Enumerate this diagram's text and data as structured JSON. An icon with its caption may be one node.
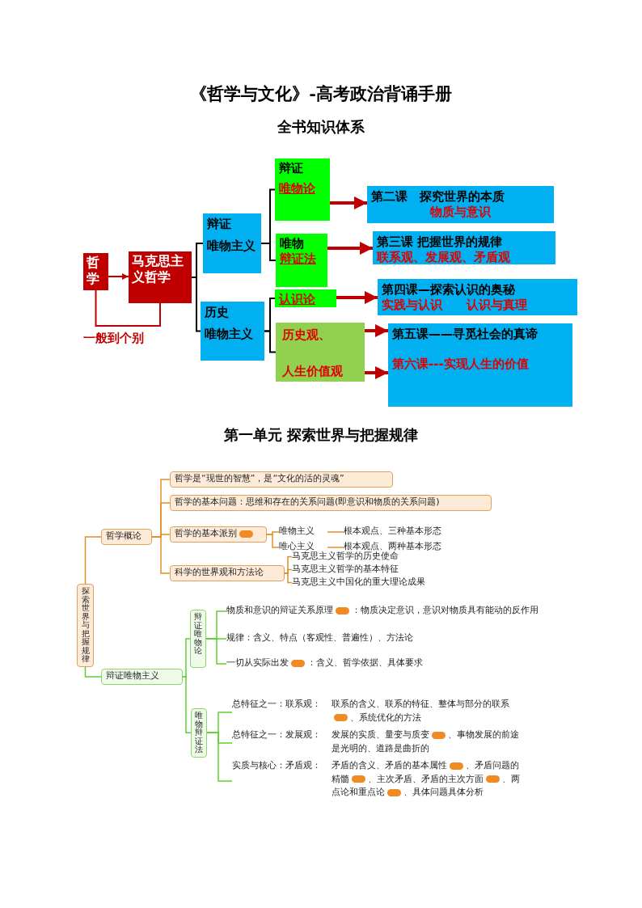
{
  "diagram": {
    "title": "《哲学与文化》-高考政治背诵手册",
    "nodes": [
      {
        "text": [
          "哲学"
        ]
      },
      {
        "text": [
          "马克思主义哲学"
        ]
      },
      {
        "text": [
          "辩证",
          "唯物主义"
        ]
      },
      {
        "text": [
          "历史",
          "唯物主义"
        ]
      },
      {
        "text": [
          "辩证",
          "唯物论"
        ]
      },
      {
        "text": [
          "唯物",
          "辩证法"
        ]
      },
      {
        "text": [
          "认识论"
        ]
      },
      {
        "text": [
          "历史观、",
          "人生价值观"
        ]
      },
      {
        "text": [
          "第二课　探究世界的本质",
          "物质与意识"
        ]
      },
      {
        "text": [
          "第三课  把握世界的规律",
          "联系观、发展观、矛盾观"
        ]
      },
      {
        "text": [
          "第四课—探索认识的奥秘",
          "实践与认识　　认识与真理"
        ]
      },
      {
        "text": [
          "第五课——寻觅社会的真谛",
          "第六课---实现人生的价值"
        ]
      },
      {
        "text": [
          "探索世界与把握规律"
        ]
      },
      {
        "text": [
          "哲学概论"
        ]
      },
      {
        "text": [
          "哲学是“现世的智慧”，是“文化的活的灵魂”"
        ]
      },
      {
        "text": [
          "哲学的基本问题：思维和存在的关系问题(即意识和物质的关系问题)"
        ]
      },
      {
        "text": [
          "哲学的基本派别"
        ]
      },
      {
        "text": [
          "唯物主义"
        ]
      },
      {
        "text": [
          "根本观点、三种基本形态"
        ]
      },
      {
        "text": [
          "唯心主义"
        ]
      },
      {
        "text": [
          "根本观点、两种基本形态"
        ]
      },
      {
        "text": [
          "科学的世界观和方法论"
        ]
      },
      {
        "text": [
          "马克思主义哲学的历史使命"
        ]
      },
      {
        "text": [
          "马克思主义哲学的基本特征"
        ]
      },
      {
        "text": [
          "马克思主义中国化的重大理论成果"
        ]
      },
      {
        "text": [
          "辩证唯物主义"
        ]
      },
      {
        "text": [
          "辩证唯物论"
        ]
      },
      {
        "text": [
          "物质和意识的辩证关系原理",
          "：物质决定意识，意识对物质具有能动的反作用"
        ]
      },
      {
        "text": [
          "规律：含义、特点（客观性、普遍性）、方法论"
        ]
      },
      {
        "text": [
          "一切从实际出发",
          "：含义、哲学依据、具体要求"
        ]
      },
      {
        "text": [
          "唯物辩证法"
        ]
      },
      {
        "text": [
          "总特征之一：联系观：",
          "联系的含义、联系的特征、整体与部分的联系",
          "、系统优化的方法"
        ]
      },
      {
        "text": [
          "总特征之一：发展观：",
          "发展的实质、量变与质变",
          "、事物发展的前途是光明的、道路是曲折的"
        ]
      },
      {
        "text": [
          "实质与核心：矛盾观：",
          "矛盾的含义、矛盾的基本属性",
          "、矛盾问题的精髓",
          "、主次矛盾、矛盾的主次方面",
          "、两点论和重点论",
          "、具体问题具体分析"
        ]
      }
    ],
    "edges": [
      {
        "from": 0,
        "to": 1,
        "arrow": "to",
        "color": "#c00000"
      },
      {
        "from": 0,
        "to": 1,
        "arrow": "none",
        "label": "一般到个别",
        "color": "#c00000"
      },
      {
        "from": 1,
        "to": 2,
        "arrow": "none",
        "color": "#000000"
      },
      {
        "from": 1,
        "to": 3,
        "arrow": "none",
        "color": "#000000"
      },
      {
        "from": 2,
        "to": 4,
        "arrow": "none",
        "color": "#000000"
      },
      {
        "from": 2,
        "to": 5,
        "arrow": "none",
        "color": "#000000"
      },
      {
        "from": 3,
        "to": 6,
        "arrow": "none",
        "color": "#000000"
      },
      {
        "from": 3,
        "to": 7,
        "arrow": "none",
        "color": "#000000"
      },
      {
        "from": 4,
        "to": 8,
        "arrow": "to",
        "style": "thick",
        "color": "#c00000"
      },
      {
        "from": 5,
        "to": 9,
        "arrow": "to",
        "style": "thick",
        "color": "#c00000"
      },
      {
        "from": 6,
        "to": 10,
        "arrow": "to",
        "style": "thick",
        "color": "#c00000"
      },
      {
        "from": 7,
        "to": 11,
        "arrow": "to",
        "style": "thick",
        "color": "#c00000"
      },
      {
        "from": 7,
        "to": 11,
        "arrow": "to",
        "style": "thick",
        "color": "#c00000"
      },
      {
        "from": 12,
        "to": 13,
        "arrow": "none",
        "color": "#e0902c"
      },
      {
        "from": 12,
        "to": 25,
        "arrow": "none",
        "color": "#5fcf2f"
      },
      {
        "from": 13,
        "to": 14,
        "arrow": "none",
        "color": "#e0902c"
      },
      {
        "from": 13,
        "to": 15,
        "arrow": "none",
        "color": "#e0902c"
      },
      {
        "from": 13,
        "to": 16,
        "arrow": "none",
        "color": "#e0902c"
      },
      {
        "from": 13,
        "to": 21,
        "arrow": "none",
        "color": "#e0902c"
      },
      {
        "from": 16,
        "to": 17,
        "arrow": "none",
        "color": "#e0902c"
      },
      {
        "from": 16,
        "to": 19,
        "arrow": "none",
        "color": "#e0902c"
      },
      {
        "from": 17,
        "to": 18,
        "arrow": "none",
        "color": "#e0902c"
      },
      {
        "from": 19,
        "to": 20,
        "arrow": "none",
        "color": "#e0902c"
      },
      {
        "from": 21,
        "to": 22,
        "arrow": "none",
        "color": "#e0902c"
      },
      {
        "from": 21,
        "to": 23,
        "arrow": "none",
        "color": "#e0902c"
      },
      {
        "from": 21,
        "to": 24,
        "arrow": "none",
        "color": "#e0902c"
      },
      {
        "from": 25,
        "to": 26,
        "arrow": "none",
        "color": "#5fcf2f"
      },
      {
        "from": 25,
        "to": 30,
        "arrow": "none",
        "color": "#5fcf2f"
      },
      {
        "from": 26,
        "to": 27,
        "arrow": "none",
        "color": "#5fcf2f"
      },
      {
        "from": 26,
        "to": 28,
        "arrow": "none",
        "color": "#5fcf2f"
      },
      {
        "from": 26,
        "to": 29,
        "arrow": "none",
        "color": "#5fcf2f"
      },
      {
        "from": 30,
        "to": 31,
        "arrow": "none",
        "color": "#5fcf2f"
      },
      {
        "from": 30,
        "to": 32,
        "arrow": "none",
        "color": "#5fcf2f"
      },
      {
        "from": 30,
        "to": 33,
        "arrow": "none",
        "color": "#5fcf2f"
      }
    ],
    "labels": [
      "全书知识体系",
      "第一单元  探索世界与把握规律"
    ]
  }
}
